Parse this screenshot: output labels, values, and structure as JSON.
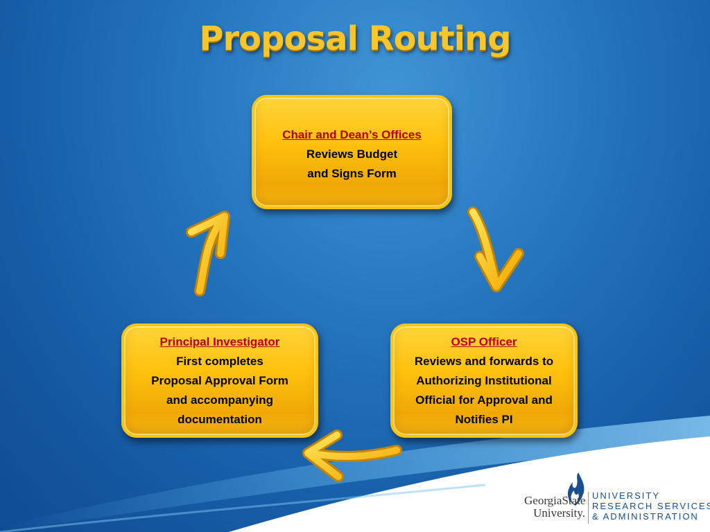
{
  "title": "Proposal Routing",
  "nodes": {
    "chair": {
      "heading": "Chair and Dean’s Offices",
      "lines": [
        "Reviews  Budget",
        "and Signs Form"
      ]
    },
    "pi": {
      "heading": "Principal Investigator",
      "lines": [
        "First completes",
        "Proposal Approval Form",
        "and accompanying",
        "documentation"
      ]
    },
    "osp": {
      "heading": "OSP Officer",
      "lines": [
        "Reviews and forwards to",
        "Authorizing Institutional",
        "Official for Approval and",
        "Notifies PI"
      ]
    }
  },
  "flow": [
    {
      "from": "pi",
      "to": "chair"
    },
    {
      "from": "chair",
      "to": "osp"
    },
    {
      "from": "osp",
      "to": "pi"
    }
  ],
  "logo": {
    "gsu": [
      "GeorgiaState",
      "University."
    ],
    "dept": [
      "UNIVERSITY",
      "RESEARCH SERVICES",
      "& ADMINISTRATION"
    ]
  },
  "colors": {
    "box_fill": "#ffc20e",
    "heading": "#b7000c",
    "title": "#f7c52c",
    "background": "#1f6cb6"
  }
}
